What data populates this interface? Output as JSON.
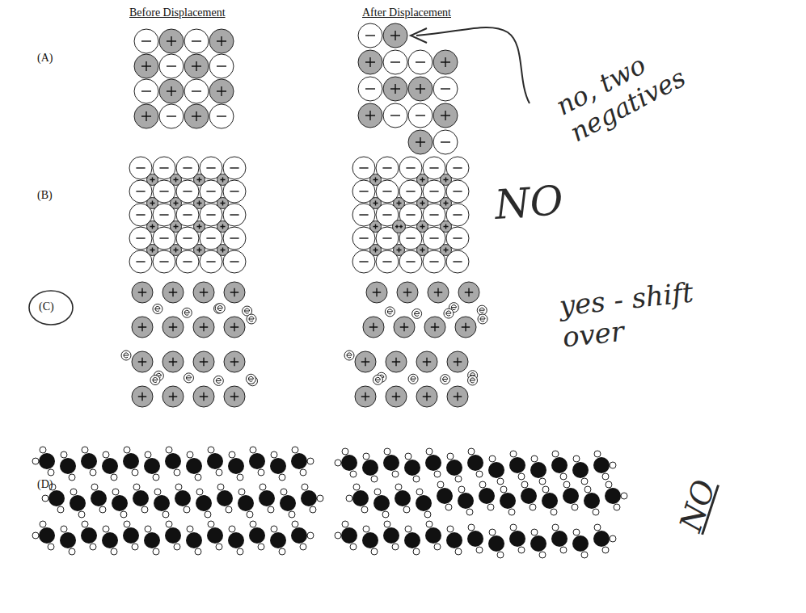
{
  "diagram": {
    "labels": [
      "Before Displacement",
      "After Displacement",
      "(A)",
      "(B)",
      "(C)",
      "(D)",
      "no, two negatives",
      "NO",
      "yes - shift over",
      "NO"
    ]
  }
}
